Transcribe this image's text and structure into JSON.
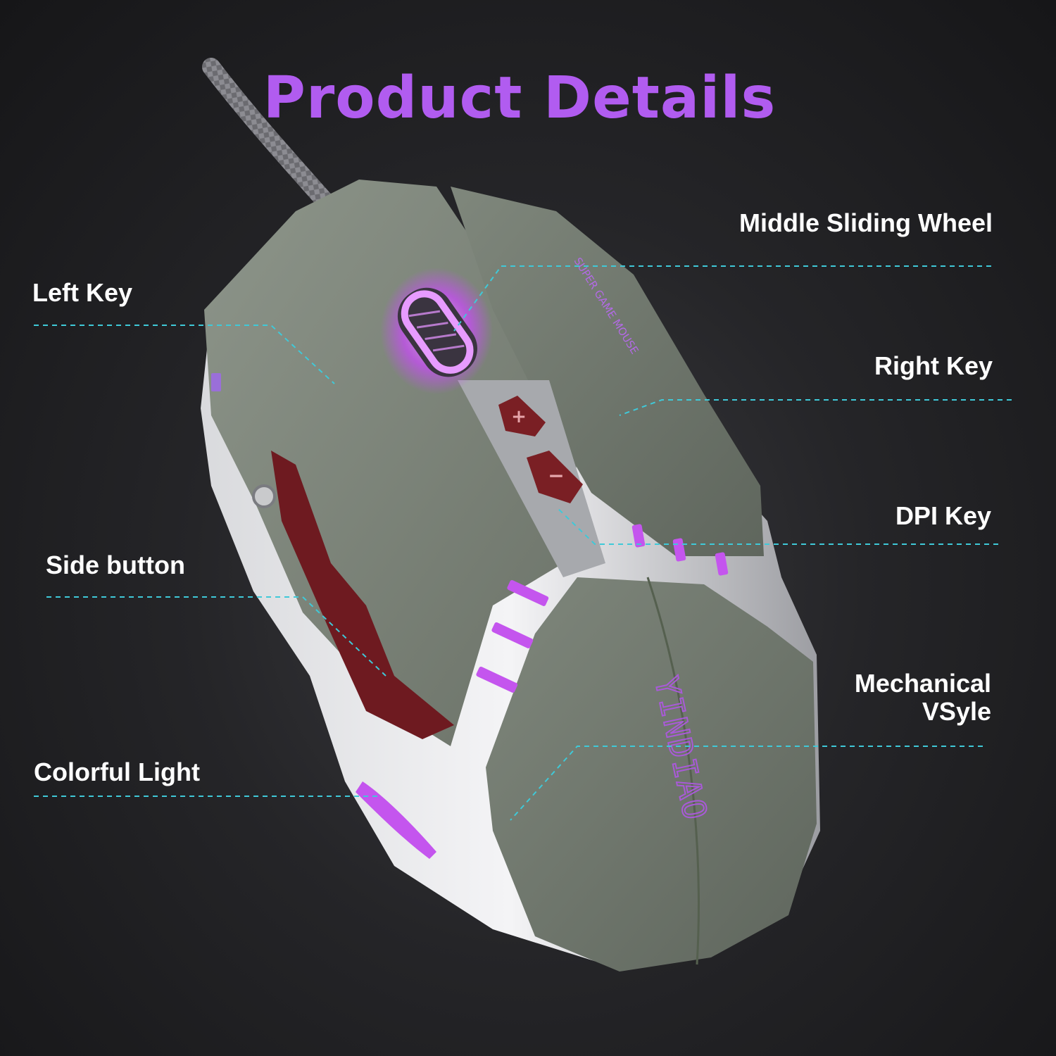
{
  "page": {
    "title": "Product Details"
  },
  "callouts": {
    "left_key": "Left Key",
    "side_button": "Side button",
    "colorful_light": "Colorful Light",
    "middle_sliding_wheel": "Middle Sliding Wheel",
    "right_key": "Right Key",
    "dpi_key": "DPI Key",
    "mechanical_line1": "Mechanical",
    "mechanical_line2": "VSyle"
  },
  "product": {
    "top_print": "SUPER GAME MOUSE",
    "brand_logo": "YINDIAO",
    "dpi_up_symbol": "+",
    "dpi_down_symbol": "−"
  },
  "colors": {
    "title": "#b15cf0",
    "leader_lines": "#3fc9d8",
    "shell": "#7c8479",
    "glow": "#d35cff",
    "buttons": "#7a1f24",
    "background": "#1c1c1f"
  },
  "icons": [
    "mouse-illustration",
    "scroll-wheel",
    "dpi-up-button",
    "dpi-down-button",
    "usb-cable"
  ]
}
